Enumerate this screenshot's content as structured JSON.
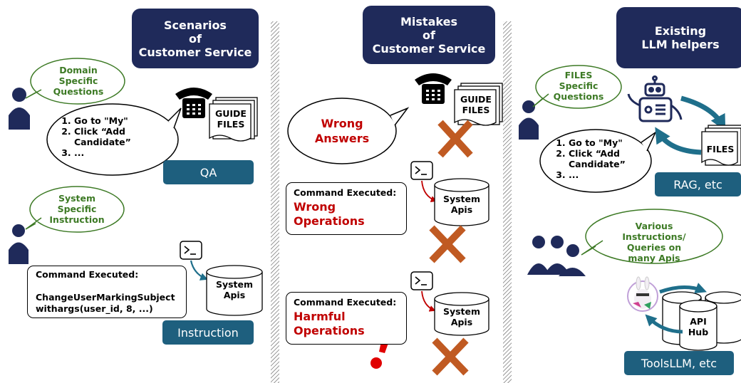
{
  "sections": {
    "scenarios_title": "Scenarios\nof\nCustomer Service",
    "mistakes_title": "Mistakes\nof\nCustomer Service",
    "helpers_title": "Existing\nLLM helpers"
  },
  "left": {
    "domain_bubble": "Domain\nSpecific\nQuestions",
    "steps": [
      "Go to \"My\"",
      "Click “Add\nCandidate”",
      "..."
    ],
    "guide_files": "GUIDE\nFILES",
    "qa_label": "QA",
    "system_bubble": "System\nSpecific\nInstruction",
    "command_title": "Command Executed:",
    "command_body": "ChangeUserMarkingSubject\nwithargs(user_id, 8, ...)",
    "system_apis": "System\nApis",
    "instruction_label": "Instruction"
  },
  "middle": {
    "guide_files": "GUIDE\nFILES",
    "wrong_answers": "Wrong\nAnswers",
    "cmd1_title": "Command Executed:",
    "cmd1_red": "Wrong\nOperations",
    "system_apis_1": "System\nApis",
    "cmd2_title": "Command Executed:",
    "cmd2_red": "Harmful\nOperations",
    "system_apis_2": "System\nApis"
  },
  "right": {
    "files_bubble": "FILES\nSpecific\nQuestions",
    "files_label": "FILES",
    "steps": [
      "Go to \"My\"",
      "Click “Add\nCandidate”",
      "..."
    ],
    "rag_label": "RAG, etc",
    "various_bubble": "Various Instructions/\nQueries on\nmany Apis",
    "api_hub": "API\nHub",
    "toolsllm_label": "ToolsLLM, etc"
  },
  "colors": {
    "navy": "#1f2a5a",
    "teal": "#1e5f7e",
    "green": "#3d7a25",
    "red": "#c00000",
    "orange": "#c05a22",
    "arrow_teal": "#1f6f8b"
  }
}
